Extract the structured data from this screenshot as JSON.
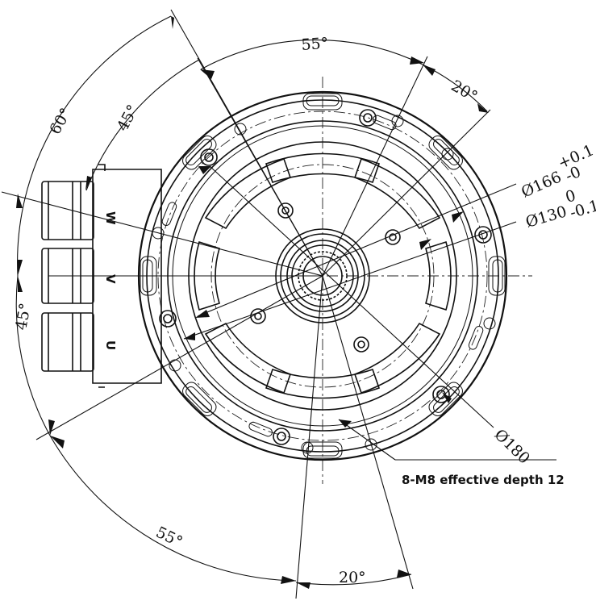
{
  "drawing": {
    "angle_labels": {
      "top_55": "55°",
      "top_20": "20°",
      "left_60": "60°",
      "left_45_upper": "45°",
      "left_45_lower": "45°",
      "bottom_55": "55°",
      "bottom_20": "20°"
    },
    "diameter_labels": {
      "d166": "Ø166",
      "d166_tol_upper": "+0.1",
      "d166_tol_lower": "-0",
      "d130": "Ø130",
      "d130_tol_upper": "0",
      "d130_tol_lower": "-0.1",
      "d180": "Ø180"
    },
    "thread_note": "8-M8 effective depth 12",
    "phase_labels": {
      "w": "W",
      "v": "V",
      "u": "U"
    }
  }
}
